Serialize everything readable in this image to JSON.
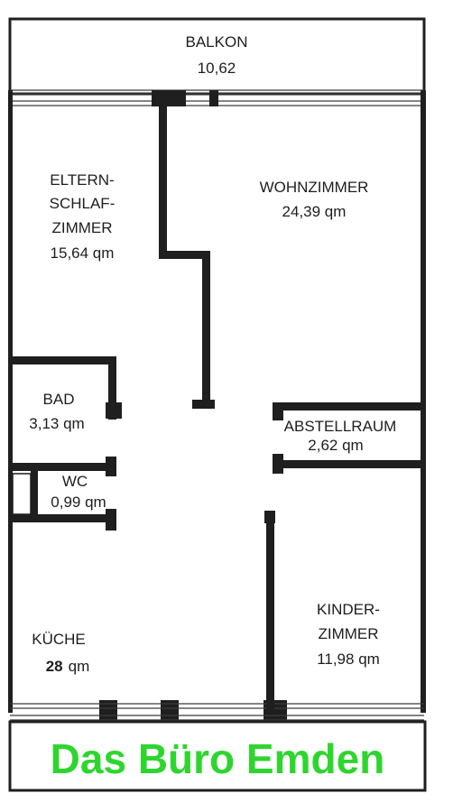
{
  "rooms": {
    "balkon": {
      "name": "BALKON",
      "area": "10,62"
    },
    "eltern": {
      "line1": "ELTERN-",
      "line2": "SCHLAF-",
      "line3": "ZIMMER",
      "area": "15,64 qm"
    },
    "wohn": {
      "name": "WOHNZIMMER",
      "area": "24,39 qm"
    },
    "bad": {
      "name": "BAD",
      "area": "3,13 qm"
    },
    "wc": {
      "name": "WC",
      "area": "0,99 qm"
    },
    "abstell": {
      "name": "ABSTELLRAUM",
      "area": "2,62 qm"
    },
    "kinder": {
      "line1": "KINDER-",
      "line2": "ZIMMER",
      "area": "11,98 qm"
    },
    "kueche": {
      "name": "KÜCHE",
      "area_number": "28",
      "area_unit": "qm"
    }
  },
  "footer": {
    "text": "Das Büro Emden"
  },
  "colors": {
    "wall": "#1f1f1f",
    "footer_text": "#2fd52f"
  }
}
